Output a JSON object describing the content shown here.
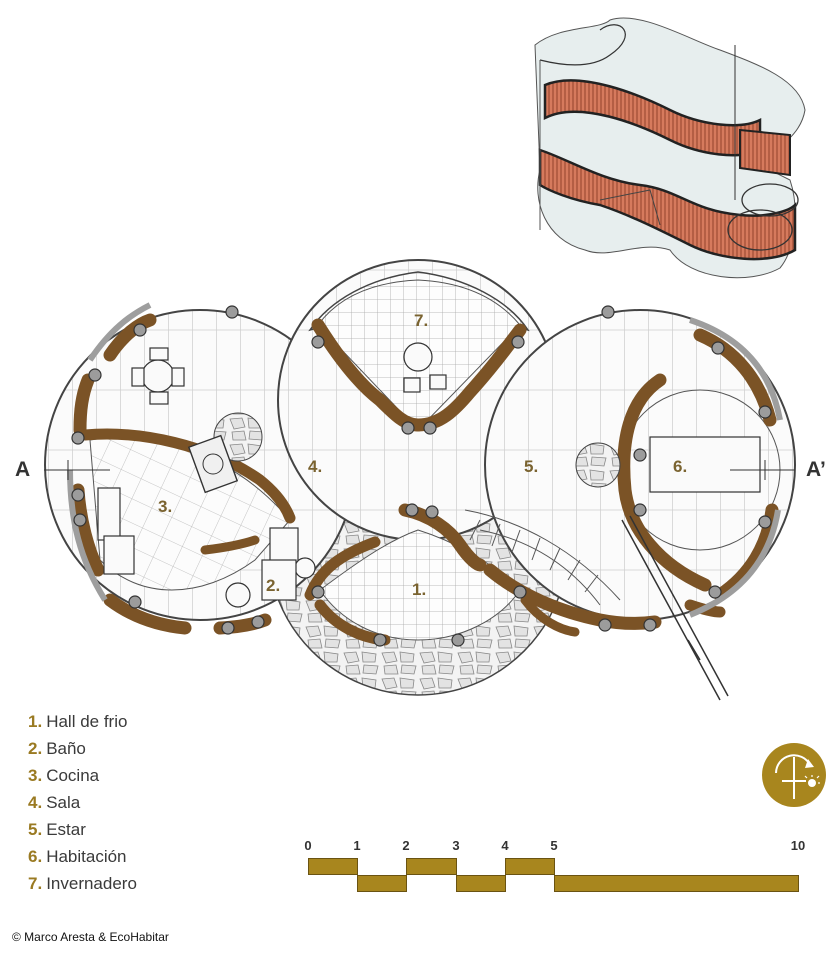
{
  "rooms": [
    {
      "num": "1.",
      "name": "Hall de frio"
    },
    {
      "num": "2.",
      "name": "Baño"
    },
    {
      "num": "3.",
      "name": "Cocina"
    },
    {
      "num": "4.",
      "name": "Sala"
    },
    {
      "num": "5.",
      "name": "Estar"
    },
    {
      "num": "6.",
      "name": "Habitación"
    },
    {
      "num": "7.",
      "name": "Invernadero"
    }
  ],
  "section": {
    "start": "A",
    "end": "A’"
  },
  "scale": {
    "ticks": [
      "0",
      "1",
      "2",
      "3",
      "4",
      "5",
      "10"
    ]
  },
  "copyright": "© Marco Aresta & EcoHabitar",
  "colors": {
    "accent": "#a8861e",
    "wall": "#7b5326",
    "sketch_wall": "#c9644a"
  },
  "icons": {
    "orientation": "sun-compass-icon"
  }
}
